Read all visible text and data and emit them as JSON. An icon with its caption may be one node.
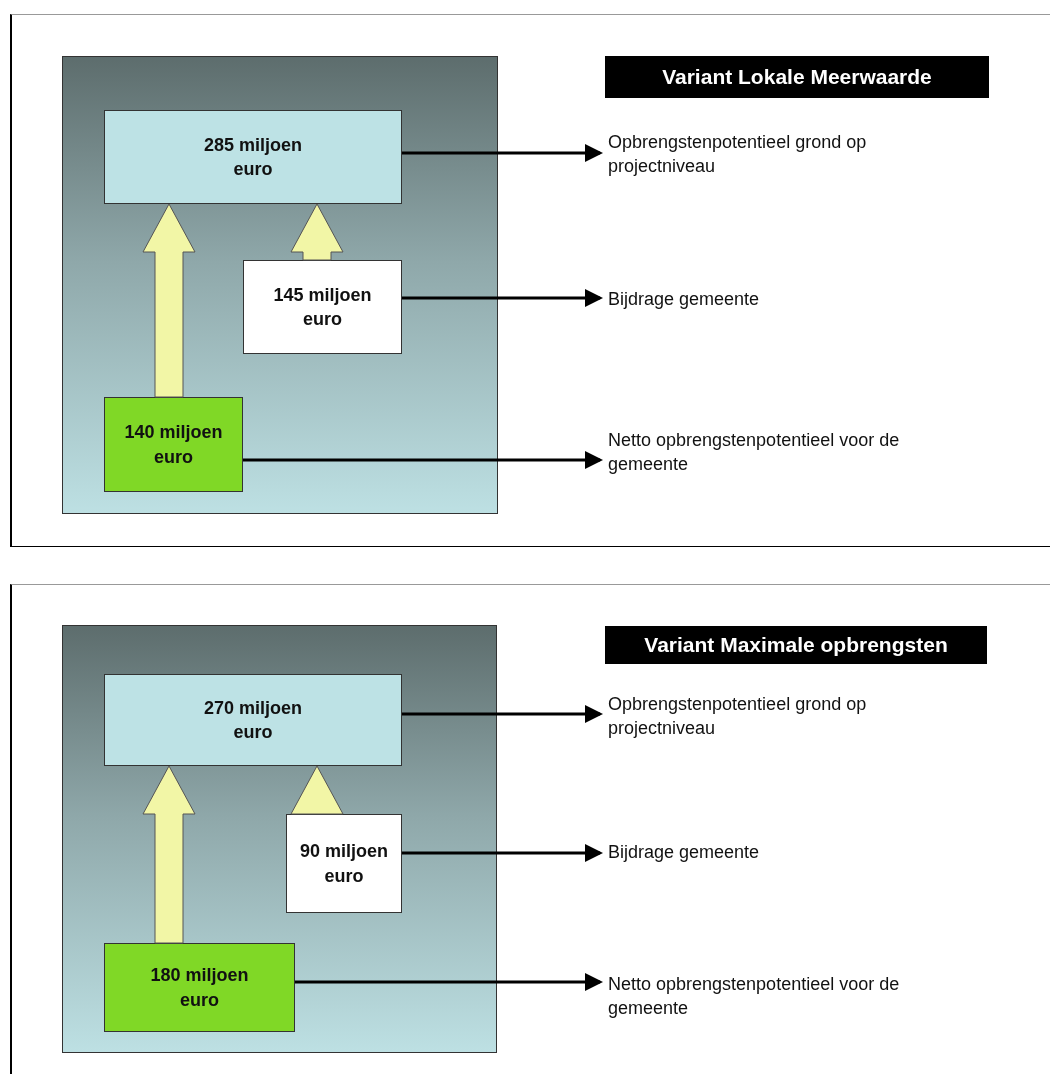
{
  "diagram": {
    "nodes": [
      {
        "text": [
          "Variant Lokale Meerwaarde"
        ]
      },
      {
        "text": [],
        "shape": "box"
      },
      {
        "text": [
          "285 miljoen euro"
        ],
        "in": 1
      },
      {
        "text": [
          "145 miljoen euro"
        ],
        "in": 1
      },
      {
        "text": [
          "140 miljoen euro"
        ],
        "in": 1
      },
      {
        "text": [
          "Opbrengstenpotentieel grond op projectniveau"
        ]
      },
      {
        "text": [
          "Bijdrage gemeente"
        ]
      },
      {
        "text": [
          "Netto opbrengstenpotentieel voor de gemeente"
        ]
      },
      {
        "text": [
          "Variant Maximale opbrengsten"
        ]
      },
      {
        "text": [],
        "shape": "box"
      },
      {
        "text": [
          "270 miljoen euro"
        ],
        "in": 9
      },
      {
        "text": [
          "90 miljoen euro"
        ],
        "in": 9
      },
      {
        "text": [
          "180 miljoen euro"
        ],
        "in": 9
      },
      {
        "text": [
          "Opbrengstenpotentieel grond op projectniveau"
        ]
      },
      {
        "text": [
          "Bijdrage gemeente"
        ]
      },
      {
        "text": [
          "Netto opbrengstenpotentieel voor de gemeente"
        ]
      }
    ],
    "edges": [
      {
        "from": 4,
        "to": 2,
        "arrow": "to",
        "style": "thick",
        "color": "#f2f6a6"
      },
      {
        "from": 3,
        "to": 2,
        "arrow": "to",
        "style": "thick",
        "color": "#f2f6a6"
      },
      {
        "from": 2,
        "to": 5,
        "arrow": "to"
      },
      {
        "from": 3,
        "to": 6,
        "arrow": "to"
      },
      {
        "from": 4,
        "to": 7,
        "arrow": "to"
      },
      {
        "from": 12,
        "to": 10,
        "arrow": "to",
        "style": "thick",
        "color": "#f2f6a6"
      },
      {
        "from": 11,
        "to": 10,
        "arrow": "to",
        "style": "thick",
        "color": "#f2f6a6"
      },
      {
        "from": 10,
        "to": 13,
        "arrow": "to"
      },
      {
        "from": 11,
        "to": 14,
        "arrow": "to"
      },
      {
        "from": 12,
        "to": 15,
        "arrow": "to"
      }
    ]
  }
}
